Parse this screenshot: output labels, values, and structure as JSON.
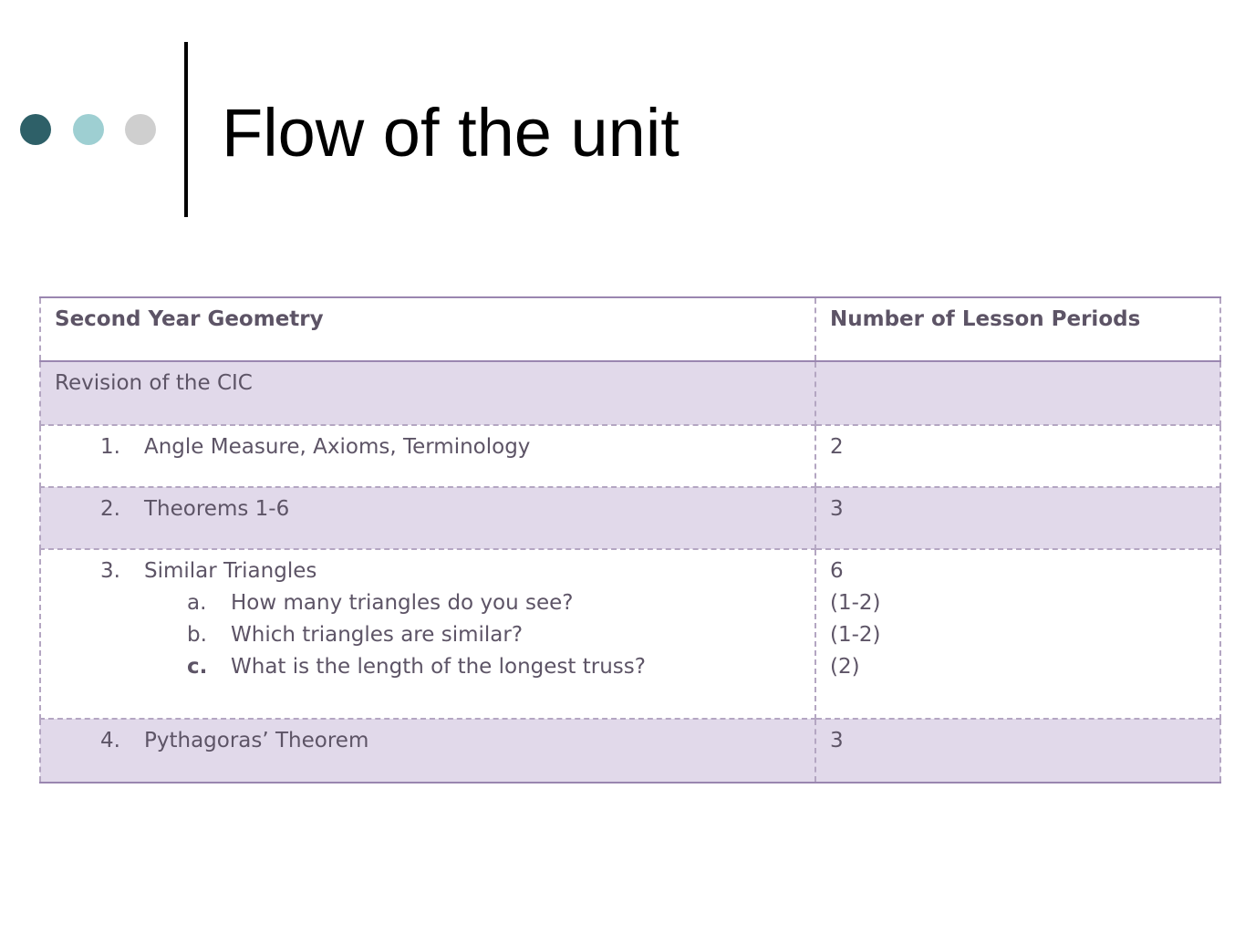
{
  "slide": {
    "title": "Flow of the unit",
    "colors": {
      "dot1": "#2e6068",
      "dot2": "#9ecfd2",
      "dot3": "#cfcfcf",
      "accent": "#9a86b0",
      "row_shade": "#e1d9ea"
    }
  },
  "table": {
    "headers": [
      "Second Year Geometry",
      "Number of Lesson Periods"
    ],
    "section": {
      "label": "Revision of the CIC",
      "periods": ""
    },
    "items": [
      {
        "num": "1.",
        "label": "Angle Measure, Axioms, Terminology",
        "periods": "2"
      },
      {
        "num": "2.",
        "label": "Theorems 1-6",
        "periods": "3"
      },
      {
        "num": "3.",
        "label": "Similar Triangles",
        "periods": "6",
        "subitems": [
          {
            "num": "a.",
            "label": "How many triangles do you see?",
            "periods": "(1-2)"
          },
          {
            "num": "b.",
            "label": "Which triangles are similar?",
            "periods": "(1-2)"
          },
          {
            "num": "c.",
            "label": "What is the length of the longest truss?",
            "periods": "(2)"
          }
        ]
      },
      {
        "num": "4.",
        "label": "Pythagoras’ Theorem",
        "periods": "3"
      }
    ]
  }
}
